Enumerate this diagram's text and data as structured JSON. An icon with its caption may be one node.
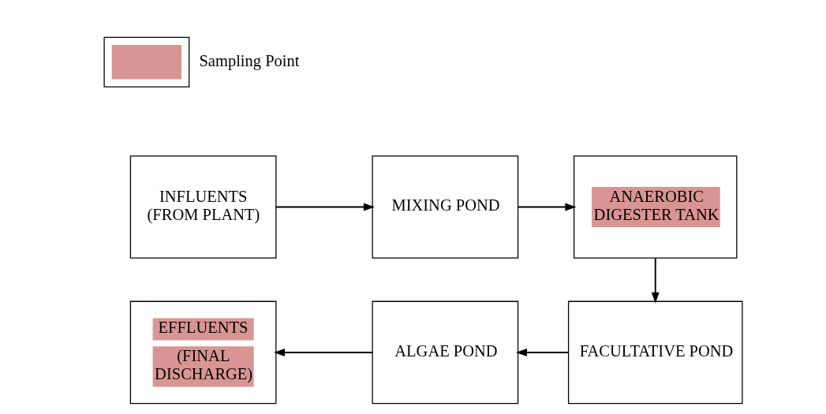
{
  "diagram": {
    "nodes": [
      {
        "text": [
          "INFLUENTS",
          "(FROM PLANT)"
        ]
      },
      {
        "text": [
          "MIXING POND"
        ]
      },
      {
        "text": [
          "ANAEROBIC DIGESTER TANK"
        ]
      },
      {
        "text": [
          "FACULTATIVE POND"
        ]
      },
      {
        "text": [
          "ALGAE POND"
        ]
      },
      {
        "text": [
          "EFFLUENTS",
          "(FINAL DISCHARGE)"
        ]
      }
    ],
    "edges": [
      {
        "from": 0,
        "to": 1,
        "arrow": "to"
      },
      {
        "from": 1,
        "to": 2,
        "arrow": "to"
      },
      {
        "from": 2,
        "to": 3,
        "arrow": "to"
      },
      {
        "from": 3,
        "to": 4,
        "arrow": "to"
      },
      {
        "from": 4,
        "to": 5,
        "arrow": "to"
      }
    ],
    "legend": [
      {
        "text": "Sampling Point",
        "color": "#d99594"
      }
    ]
  }
}
